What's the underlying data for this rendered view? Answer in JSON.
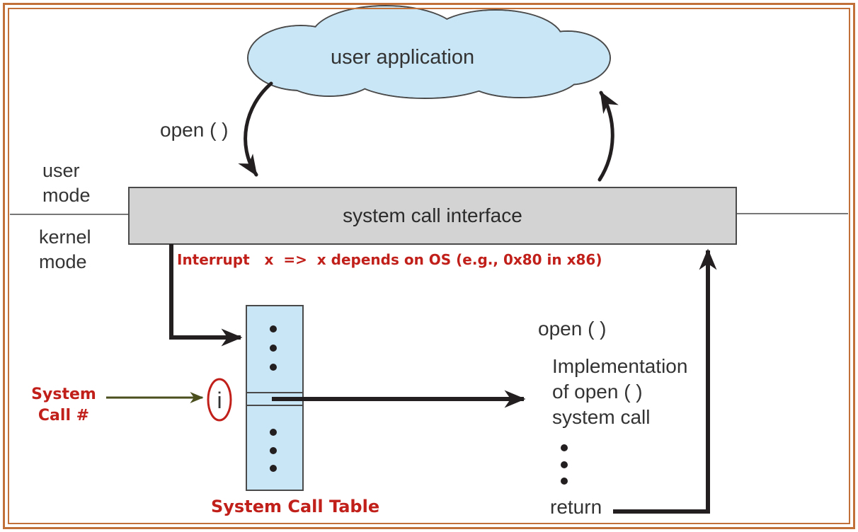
{
  "colors": {
    "annotation_red": "#c1201a",
    "frame_orange": "#c2703a",
    "cloud_blue": "#c9e6f6",
    "box_gray": "#d3d3d3",
    "ink": "#231f20",
    "olive": "#4b4f1e",
    "text_gray": "#333333",
    "outline_gray": "#4a4a4a"
  },
  "cloud": {
    "label": "user application"
  },
  "left_flow": {
    "open_label": "open ( )"
  },
  "modes": {
    "user": "user\nmode",
    "kernel": "kernel\nmode"
  },
  "interface": {
    "label": "system call interface"
  },
  "annotations": {
    "interrupt_note": "Interrupt   x  =>  x depends on OS (e.g., 0x80 in x86)",
    "system_call_number": "System\nCall #",
    "table_caption": "System Call Table"
  },
  "table": {
    "index_label": "i"
  },
  "implementation": {
    "open_label": "open ( )",
    "body": "Implementation\nof open ( )\nsystem call",
    "return_label": "return"
  }
}
